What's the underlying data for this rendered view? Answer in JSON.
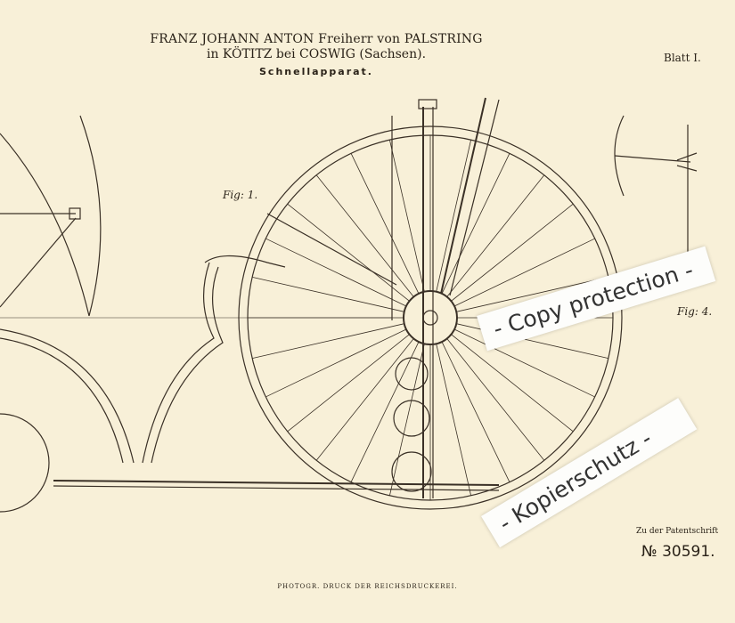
{
  "header": {
    "line1": "FRANZ JOHANN ANTON Freiherr von PALSTRING",
    "line2": "in KÖTITZ bei COSWIG (Sachsen).",
    "title": "Schnellapparat."
  },
  "sheet": "Blatt I.",
  "figures": {
    "fig1": "Fig: 1.",
    "fig4": "Fig: 4."
  },
  "patent": {
    "prefix": "Zu der Patentschrift",
    "number": "№ 30591."
  },
  "footer": "PHOTOGR. DRUCK DER REICHSDRUCKEREI.",
  "watermarks": {
    "top": "- Copy protection -",
    "bottom": "- Kopierschutz -"
  }
}
